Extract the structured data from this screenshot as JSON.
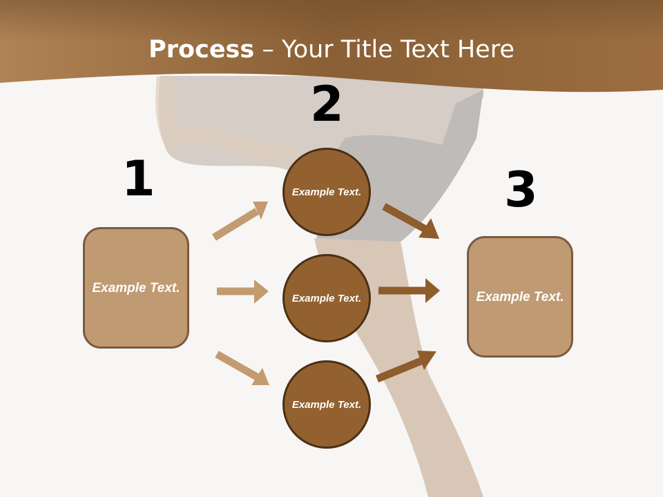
{
  "title": {
    "bold": "Process",
    "rest": " – Your Title Text Here"
  },
  "steps": {
    "one": "1",
    "two": "2",
    "three": "3"
  },
  "boxes": {
    "left": "Example Text.",
    "right": "Example Text."
  },
  "circles": {
    "top": "Example Text.",
    "middle": "Example Text.",
    "bottom": "Example Text."
  },
  "colors": {
    "header": "#8a5e34",
    "box_fill": "#c09a72",
    "circle_fill": "#93612f",
    "arrow_light": "#c39b70",
    "arrow_dark": "#8f5c2c"
  }
}
